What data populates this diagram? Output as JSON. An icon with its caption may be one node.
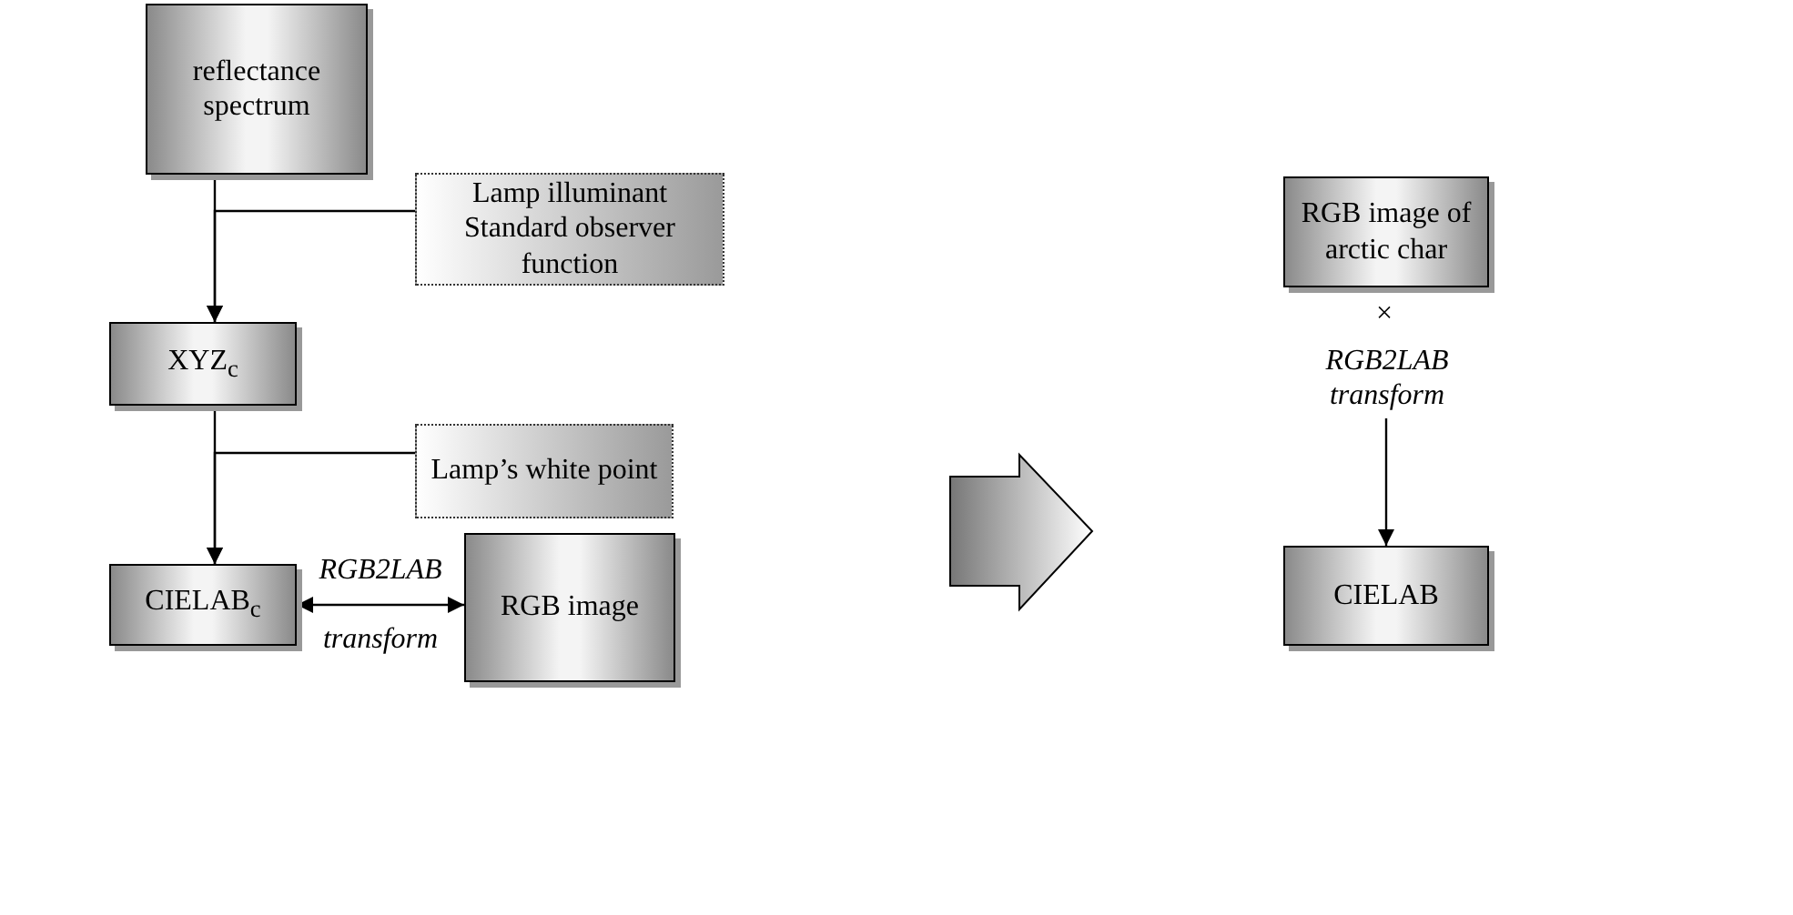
{
  "diagram": {
    "nodes": [
      {
        "text": [
          "reflectance spectrum"
        ]
      },
      {
        "text": [
          "Lamp illuminant Standard observer function"
        ]
      },
      {
        "text": [
          "XYZ$_{c}$"
        ]
      },
      {
        "text": [
          "Lamp’s white point"
        ]
      },
      {
        "text": [
          "CIELAB$_{c}$"
        ]
      },
      {
        "text": [
          "RGB image"
        ]
      },
      {
        "text": [
          "RGB image of arctic char"
        ]
      },
      {
        "text": [
          "RGB2LAB transform"
        ]
      },
      {
        "text": [
          "CIELAB"
        ]
      }
    ],
    "edges": [
      {
        "from": 0,
        "to": 2,
        "arrow": "to"
      },
      {
        "from": 1,
        "to": 2,
        "arrow": "to"
      },
      {
        "from": 2,
        "to": 4,
        "arrow": "to"
      },
      {
        "from": 3,
        "to": 4,
        "arrow": "to"
      },
      {
        "from": 4,
        "to": 5,
        "arrow": "both",
        "label": "RGB2LAB transform"
      },
      {
        "from": 7,
        "to": 8,
        "arrow": "to"
      }
    ],
    "labels": [
      "×"
    ]
  }
}
